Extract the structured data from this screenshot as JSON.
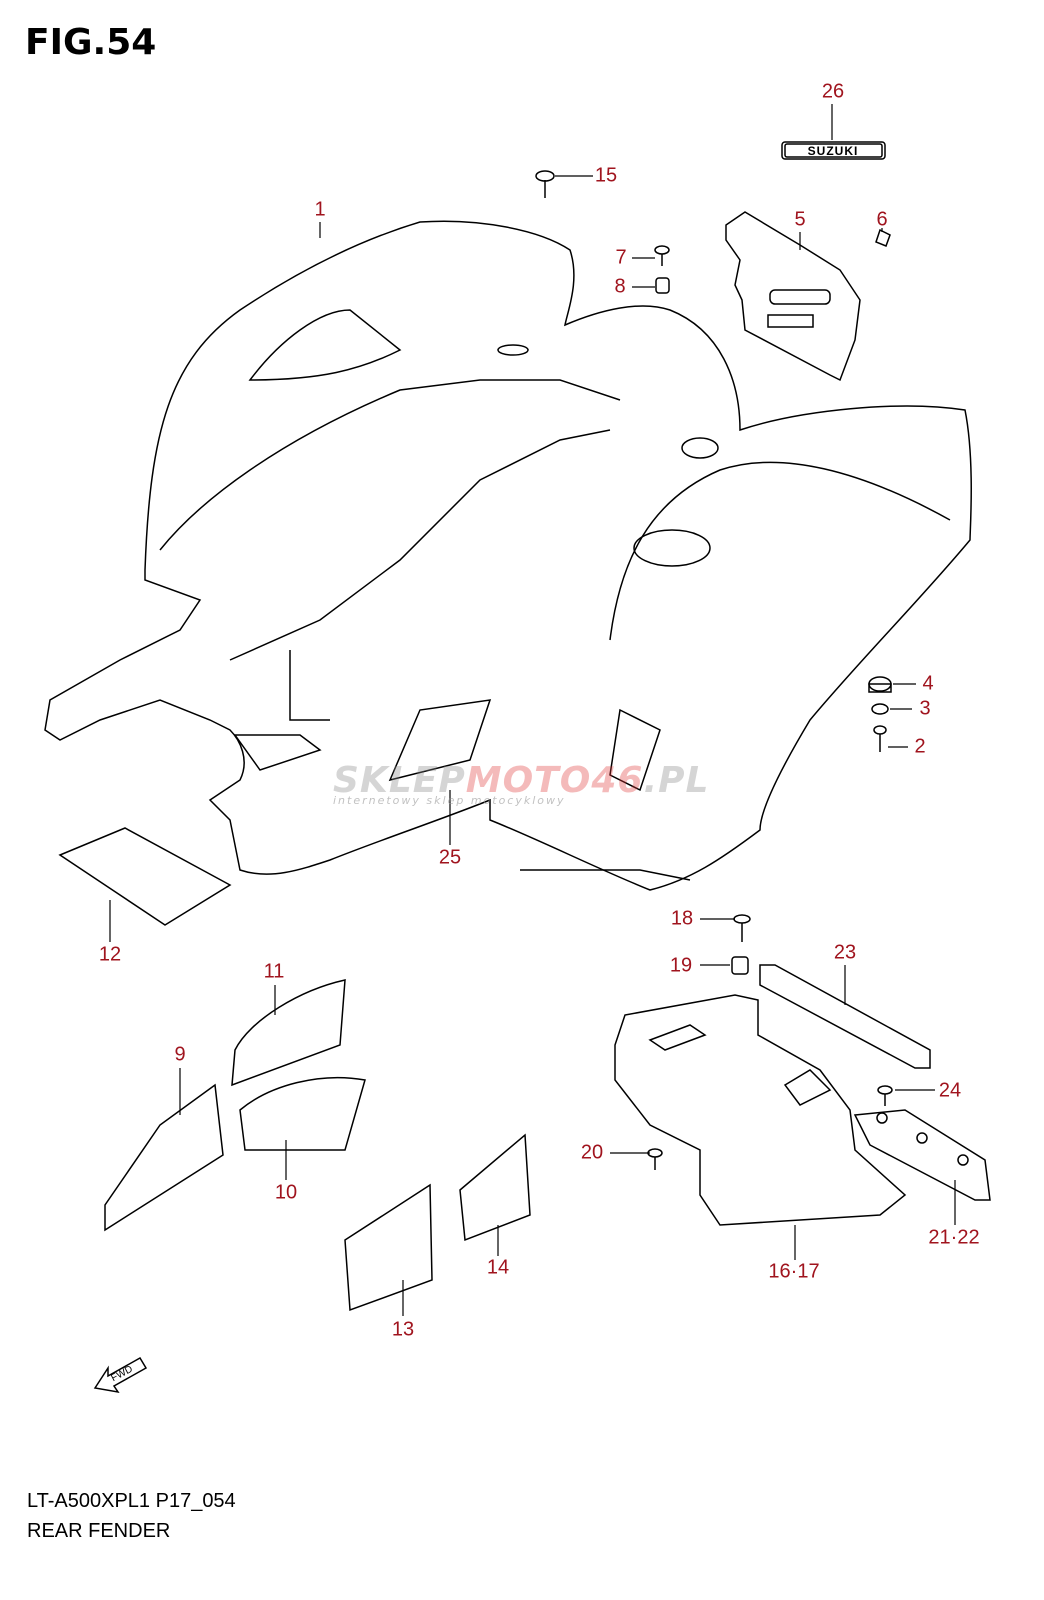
{
  "figure_title": "FIG.54",
  "model_code": "LT-A500XPL1 P17_054",
  "section_title": "REAR FENDER",
  "emblem_text": "SUZUKI",
  "watermark": {
    "part1": "SKLEP",
    "part2": "MOTO46",
    "part3": ".PL",
    "tagline": "internetowy sklep motocyklowy"
  },
  "fwd_arrow": "FWD",
  "label_color": "#a0141e",
  "callouts": [
    "1",
    "2",
    "3",
    "4",
    "5",
    "6",
    "7",
    "8",
    "9",
    "10",
    "11",
    "12",
    "13",
    "14",
    "15",
    "16·17",
    "18",
    "19",
    "20",
    "21·22",
    "23",
    "24",
    "25",
    "26"
  ]
}
